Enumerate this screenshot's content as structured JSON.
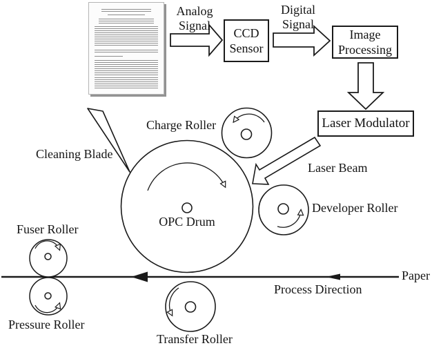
{
  "diagram": {
    "background": "#ffffff",
    "ink_color": "#1a1a1a",
    "pipeline": {
      "document_thumbnail": "scanned-document-page",
      "analog_signal_label": "Analog\nSignal",
      "ccd_sensor_box": "CCD\nSensor",
      "digital_signal_label": "Digital\nSignal",
      "image_processing_box": "Image\nProcessing",
      "laser_modulator_box": "Laser Modulator"
    },
    "print_engine": {
      "laser_beam_label": "Laser Beam",
      "charge_roller_label": "Charge Roller",
      "cleaning_blade_label": "Cleaning Blade",
      "opc_drum_label": "OPC Drum",
      "developer_roller_label": "Developer Roller",
      "fuser_roller_label": "Fuser Roller",
      "pressure_roller_label": "Pressure Roller",
      "transfer_roller_label": "Transfer Roller",
      "paper_label": "Paper",
      "process_direction_label": "Process Direction"
    }
  }
}
